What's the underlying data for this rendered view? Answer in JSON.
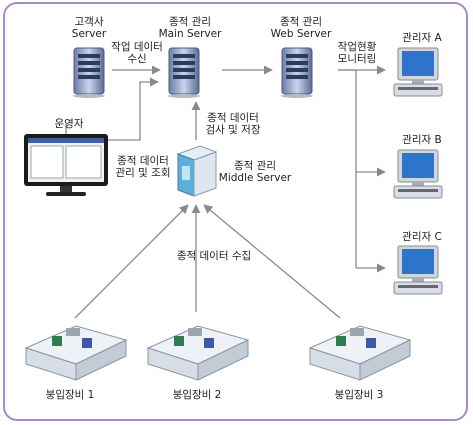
{
  "nodes": {
    "customer_server": {
      "line1": "고객사",
      "line2": "Server"
    },
    "main_server": {
      "line1": "종적 관리",
      "line2": "Main Server"
    },
    "web_server": {
      "line1": "종적 관리",
      "line2": "Web Server"
    },
    "operator": {
      "label": "운영자"
    },
    "middle_server": {
      "line1": "종적 관리",
      "line2": "Middle Server"
    },
    "admin_a": {
      "label": "관리자 A"
    },
    "admin_b": {
      "label": "관리자 B"
    },
    "admin_c": {
      "label": "관리자 C"
    },
    "equip_1": {
      "label": "붕입장비 1"
    },
    "equip_2": {
      "label": "붕입장비 2"
    },
    "equip_3": {
      "label": "붕입장비 3"
    }
  },
  "edges": {
    "work_data": {
      "line1": "작업 데이터",
      "line2": "수신"
    },
    "monitoring": {
      "line1": "작업현황",
      "line2": "모니터링"
    },
    "manage": {
      "line1": "종적 데이터",
      "line2": "관리 및 조회"
    },
    "review": {
      "line1": "종적 데이터",
      "line2": "검사 및 저장"
    },
    "collect": {
      "label": "종적 데이터 수집"
    }
  },
  "colors": {
    "frame": "#a98ac4",
    "arrow": "#8a8a8a"
  }
}
